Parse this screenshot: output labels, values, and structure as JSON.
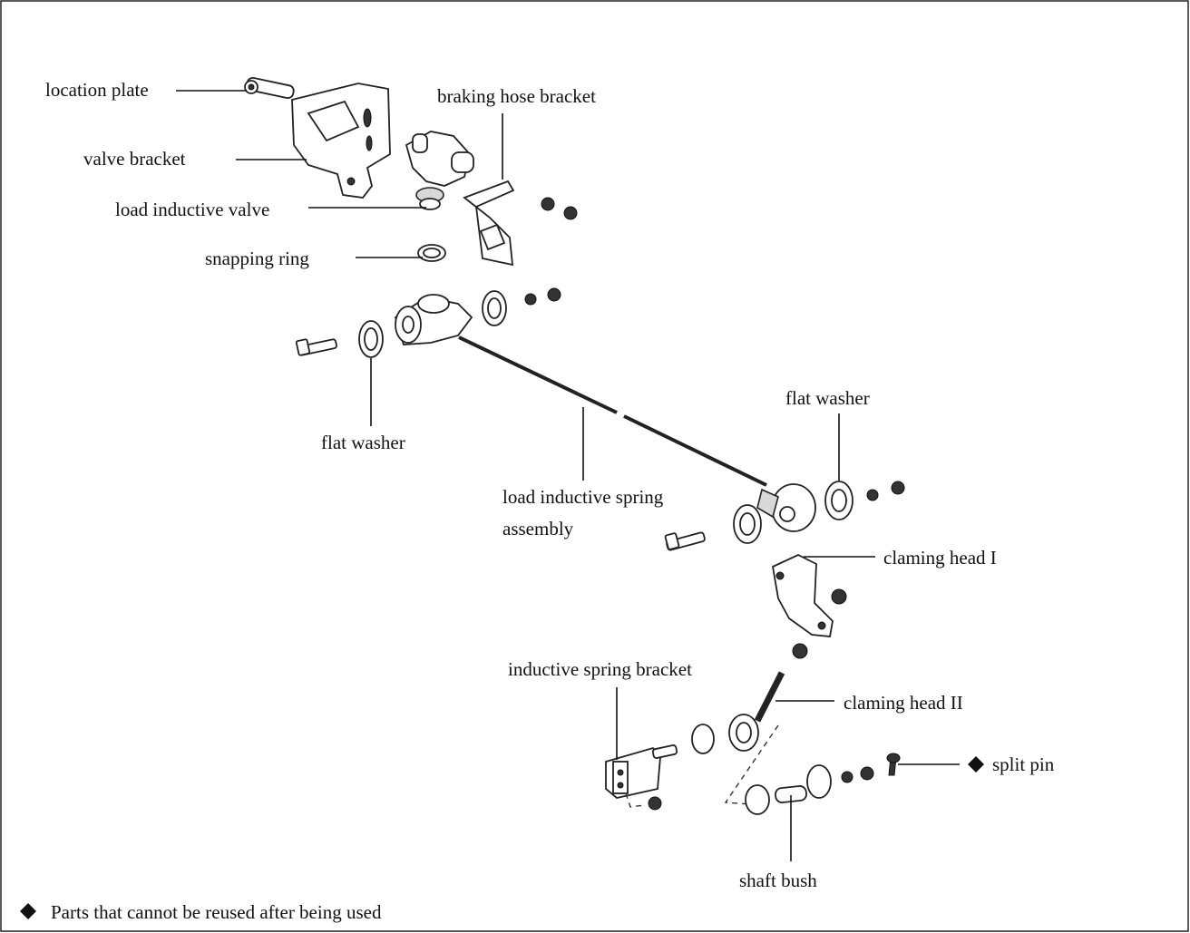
{
  "labels": {
    "location_plate": "location plate",
    "braking_hose_bracket": "braking hose bracket",
    "valve_bracket": "valve bracket",
    "load_inductive_valve": "load inductive valve",
    "snapping_ring": "snapping ring",
    "flat_washer_left": "flat washer",
    "flat_washer_right": "flat washer",
    "spring_assembly_line1": "load inductive spring",
    "spring_assembly_line2": "assembly",
    "claming_head_1": "claming head I",
    "inductive_spring_bracket": "inductive spring bracket",
    "claming_head_2": "claming head II",
    "split_pin": "split pin",
    "shaft_bush": "shaft bush"
  },
  "legend": {
    "text": "Parts that cannot be reused after being used"
  }
}
